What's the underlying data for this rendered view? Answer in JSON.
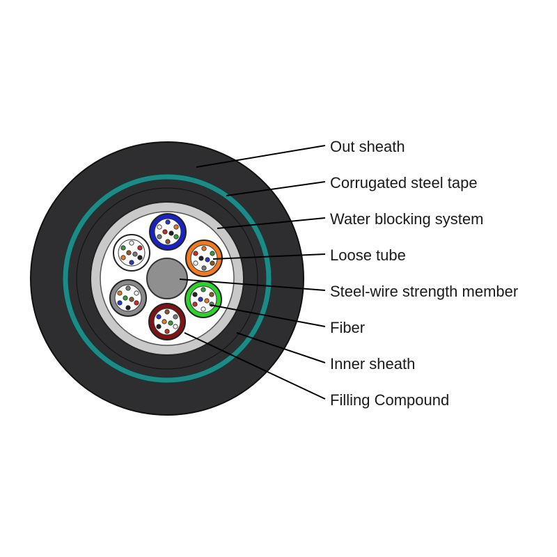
{
  "labels": [
    "Out sheath",
    "Corrugated steel tape",
    "Water blocking system",
    "Loose tube",
    "Steel-wire strength member",
    "Fiber",
    "Inner sheath",
    "Filling Compound"
  ],
  "colors": {
    "outer_sheath": "#2e2e30",
    "steel_tape": "#1d8a86",
    "water_blocking": "#c9c9c9",
    "filling": "#ffffff",
    "strength_member": "#8f8f8f",
    "leader_line": "#000000"
  },
  "tubes": [
    {
      "color": "#1b22c4"
    },
    {
      "color": "#f07a21"
    },
    {
      "color": "#2ed12b"
    },
    {
      "color": "#7a1416"
    },
    {
      "color": "#8a8a8a"
    },
    {
      "color": "#ffffff"
    }
  ],
  "fiber_colors": [
    "#2a39c4",
    "#e07a28",
    "#3a9a3a",
    "#8a5a2a",
    "#7a7a7a",
    "#f0f0f0",
    "#c23030",
    "#222222"
  ]
}
